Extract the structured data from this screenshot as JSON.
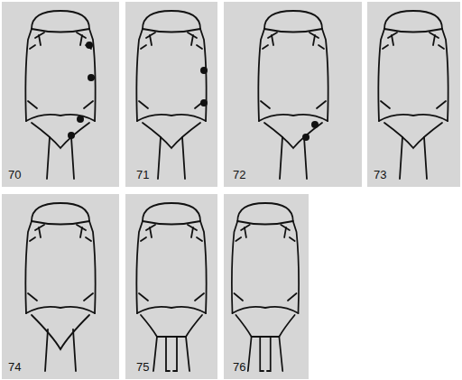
{
  "diagram": {
    "labels": [
      "70",
      "71",
      "72",
      "73",
      "74",
      "75",
      "76"
    ]
  }
}
